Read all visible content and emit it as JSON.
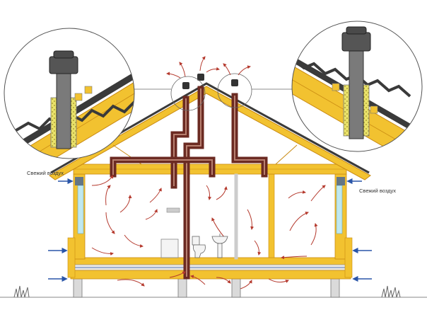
{
  "labels": {
    "fresh_air_left": "Свежий воздух",
    "fresh_air_right": "Свежий воздух"
  },
  "colors": {
    "wood": "#F2C230",
    "wood_dark": "#C98A12",
    "duct": "#6B2A22",
    "duct_light": "#B88070",
    "airflow": "#B53A2E",
    "fresh_air_arrow": "#2A55A8",
    "window_glass": "#BFE8F0",
    "roof_tile": "#3A3A3A",
    "outline": "#555555"
  },
  "icons": [
    "fresh-air-arrow",
    "exhaust-arrow",
    "airflow-arrow",
    "toilet-icon",
    "sink-icon"
  ]
}
